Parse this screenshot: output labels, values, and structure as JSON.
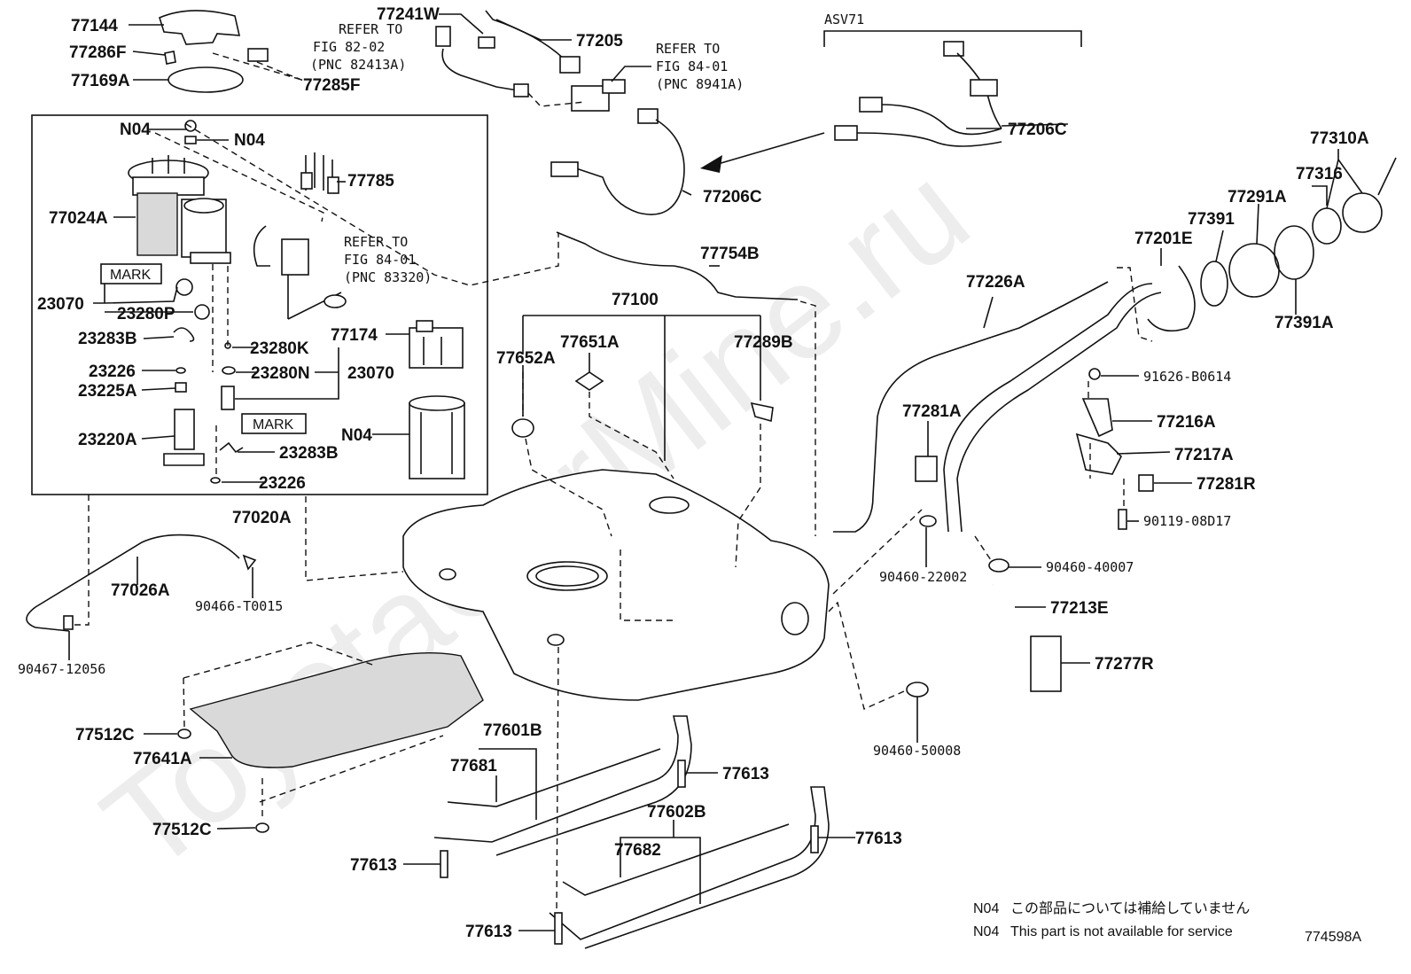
{
  "watermark": "ToyotaCarMine.ru",
  "diagram_code": "774598A",
  "mark_label": "MARK",
  "refs": [
    {
      "line1": "REFER TO",
      "line2": "FIG 82-02",
      "line3": "(PNC 82413A)"
    },
    {
      "line1": "REFER TO",
      "line2": "FIG 84-01",
      "line3": "(PNC 8941A)"
    },
    {
      "line1": "REFER TO",
      "line2": "FIG 84-01",
      "line3": "(PNC 83320)"
    }
  ],
  "variant_label": "ASV71",
  "notes": [
    {
      "code": "N04",
      "text": "この部品については補給していません"
    },
    {
      "code": "N04",
      "text": "This part is not available for service"
    }
  ],
  "parts": {
    "p77144": "77144",
    "p77286F": "77286F",
    "p77169A": "77169A",
    "p77285F": "77285F",
    "p77241W": "77241W",
    "p77205": "77205",
    "p77206C_top": "77206C",
    "p77206C_mid": "77206C",
    "p77310A": "77310A",
    "p77316": "77316",
    "p77291A": "77291A",
    "p77391": "77391",
    "p77201E": "77201E",
    "p77226A": "77226A",
    "p77391A": "77391A",
    "pN04_a": "N04",
    "pN04_b": "N04",
    "p77785": "77785",
    "p77024A": "77024A",
    "p23070_a": "23070",
    "p23280P": "23280P",
    "p23283B_a": "23283B",
    "p23226_a": "23226",
    "p23225A": "23225A",
    "p23220A": "23220A",
    "p23280K": "23280K",
    "p23280N": "23280N",
    "p23070_b": "23070",
    "p77174": "77174",
    "pN04_c": "N04",
    "p23283B_b": "23283B",
    "p23226_b": "23226",
    "p77020A": "77020A",
    "p77754B": "77754B",
    "p77100": "77100",
    "p77652A": "77652A",
    "p77651A": "77651A",
    "p77289B": "77289B",
    "p91626B0614": "91626-B0614",
    "p77216A": "77216A",
    "p77281A": "77281A",
    "p77217A": "77217A",
    "p77281R": "77281R",
    "p9011908D17": "90119-08D17",
    "p9046022002": "90460-22002",
    "p9046040007": "90460-40007",
    "p77213E": "77213E",
    "p77277R": "77277R",
    "p9046050008": "90460-50008",
    "p77026A": "77026A",
    "p90466T0015": "90466-T0015",
    "p9046712056": "90467-12056",
    "p77512C_a": "77512C",
    "p77641A": "77641A",
    "p77512C_b": "77512C",
    "p77601B": "77601B",
    "p77681": "77681",
    "p77613_a": "77613",
    "p77602B": "77602B",
    "p77682": "77682",
    "p77613_b": "77613",
    "p77613_c": "77613",
    "p77613_d": "77613"
  }
}
